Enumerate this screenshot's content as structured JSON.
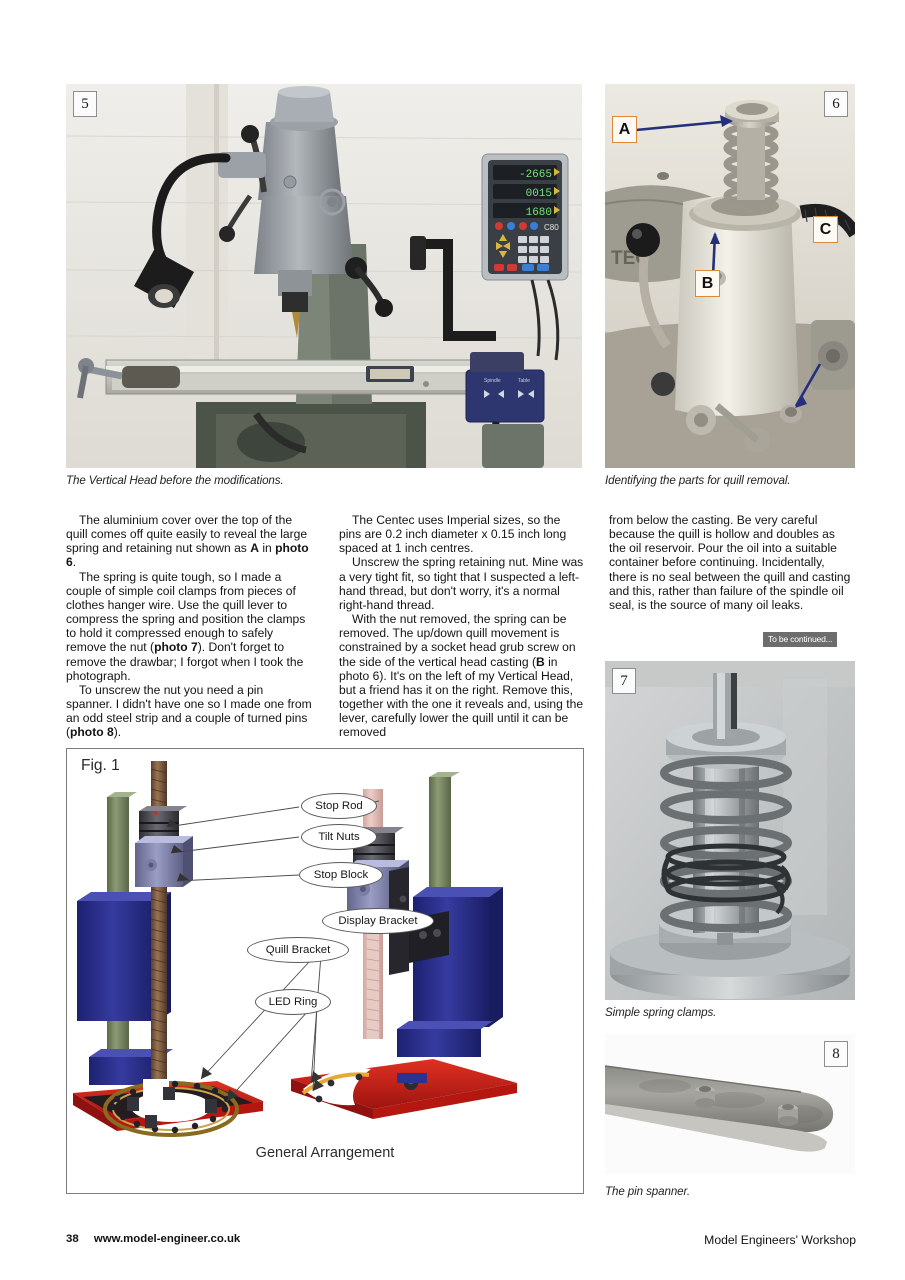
{
  "page": {
    "number": "38",
    "website": "www.model-engineer.co.uk",
    "publication": "Model Engineers' Workshop"
  },
  "photos": [
    {
      "id": "photo-5",
      "badge": "5",
      "badge_position": "top-left",
      "caption": "The Vertical Head before the modifications.",
      "subject": "vertical-milling-head"
    },
    {
      "id": "photo-6",
      "badge": "6",
      "badge_position": "top-right",
      "caption": "Identifying the parts for quill removal.",
      "subject": "quill-removal-parts",
      "annotations": [
        {
          "letter": "A",
          "target": "spring-retaining-nut"
        },
        {
          "letter": "B",
          "target": "grub-screw"
        },
        {
          "letter": "C",
          "target": "lower-casting"
        }
      ]
    },
    {
      "id": "photo-7",
      "badge": "7",
      "badge_position": "top-left",
      "caption": "Simple spring clamps.",
      "subject": "spring-clamps"
    },
    {
      "id": "photo-8",
      "badge": "8",
      "badge_position": "top-right",
      "caption": "The pin spanner.",
      "subject": "pin-spanner"
    }
  ],
  "dro": {
    "axis_1": "-2665",
    "axis_2": "0015",
    "axis_3": "1680",
    "model": "C80"
  },
  "article": {
    "column_1": [
      {
        "runs": [
          {
            "t": "The aluminium cover over the top of the quill comes off quite easily to reveal the large spring and retaining nut shown as "
          },
          {
            "t": "A",
            "b": true
          },
          {
            "t": " in "
          },
          {
            "t": "photo 6",
            "b": true
          },
          {
            "t": "."
          }
        ]
      },
      {
        "runs": [
          {
            "t": "The spring is quite tough, so I made a couple of simple coil clamps from pieces of clothes hanger wire. Use the quill lever to compress the spring and position the clamps to hold it compressed enough to safely remove the nut ("
          },
          {
            "t": "photo 7",
            "b": true
          },
          {
            "t": "). Don't forget to remove the drawbar; I forgot when I took the photograph."
          }
        ]
      },
      {
        "runs": [
          {
            "t": "To unscrew the nut you need a pin spanner. I didn't have one so I made one from an odd steel strip and a couple of turned pins ("
          },
          {
            "t": "photo 8",
            "b": true
          },
          {
            "t": ")."
          }
        ]
      }
    ],
    "column_2": [
      {
        "runs": [
          {
            "t": "The Centec uses Imperial sizes, so the pins are 0.2 inch diameter x 0.15 inch long spaced at 1 inch centres."
          }
        ]
      },
      {
        "runs": [
          {
            "t": "Unscrew the spring retaining nut. Mine was a very tight fit, so tight that I suspected a left-hand thread, but don't worry, it's a normal right-hand thread."
          }
        ]
      },
      {
        "runs": [
          {
            "t": "With the nut removed, the spring can be removed. The up/down quill movement is constrained by a socket head grub screw on the side of the vertical head casting ("
          },
          {
            "t": "B",
            "b": true
          },
          {
            "t": " in photo 6). It's on the left of my Vertical Head, but a friend has it on the right. Remove this, together with the one it reveals and, using the lever, carefully lower the quill until it can be removed"
          }
        ]
      }
    ],
    "column_3": [
      {
        "runs": [
          {
            "t": "from below the casting. Be very careful because the quill is hollow and doubles as the oil reservoir. Pour the oil into a suitable container before continuing. Incidentally, there is no seal between the quill and casting and this, rather than failure of the spindle oil seal, is the source of many oil leaks."
          }
        ]
      }
    ],
    "continued_badge": "To be continued..."
  },
  "figure": {
    "label": "Fig. 1",
    "title": "General Arrangement",
    "callouts": [
      {
        "label": "Stop Rod"
      },
      {
        "label": "Tilt Nuts"
      },
      {
        "label": "Stop Block"
      },
      {
        "label": "Display Bracket"
      },
      {
        "label": "Quill Bracket"
      },
      {
        "label": "LED Ring"
      }
    ]
  },
  "colors": {
    "callout_border": "#5a5a5a",
    "annotation_box_border": "#d98a3d",
    "arrow": "#26307a",
    "continued_bg": "#6d6d6d",
    "green_column": "#6f7f58",
    "blue_box": "#2b2f86",
    "red_base": "#cc1f1f",
    "purple_block": "#7d7fa8",
    "pink_rod": "#e8b9b3",
    "dro_digits": "#7ce07c"
  }
}
